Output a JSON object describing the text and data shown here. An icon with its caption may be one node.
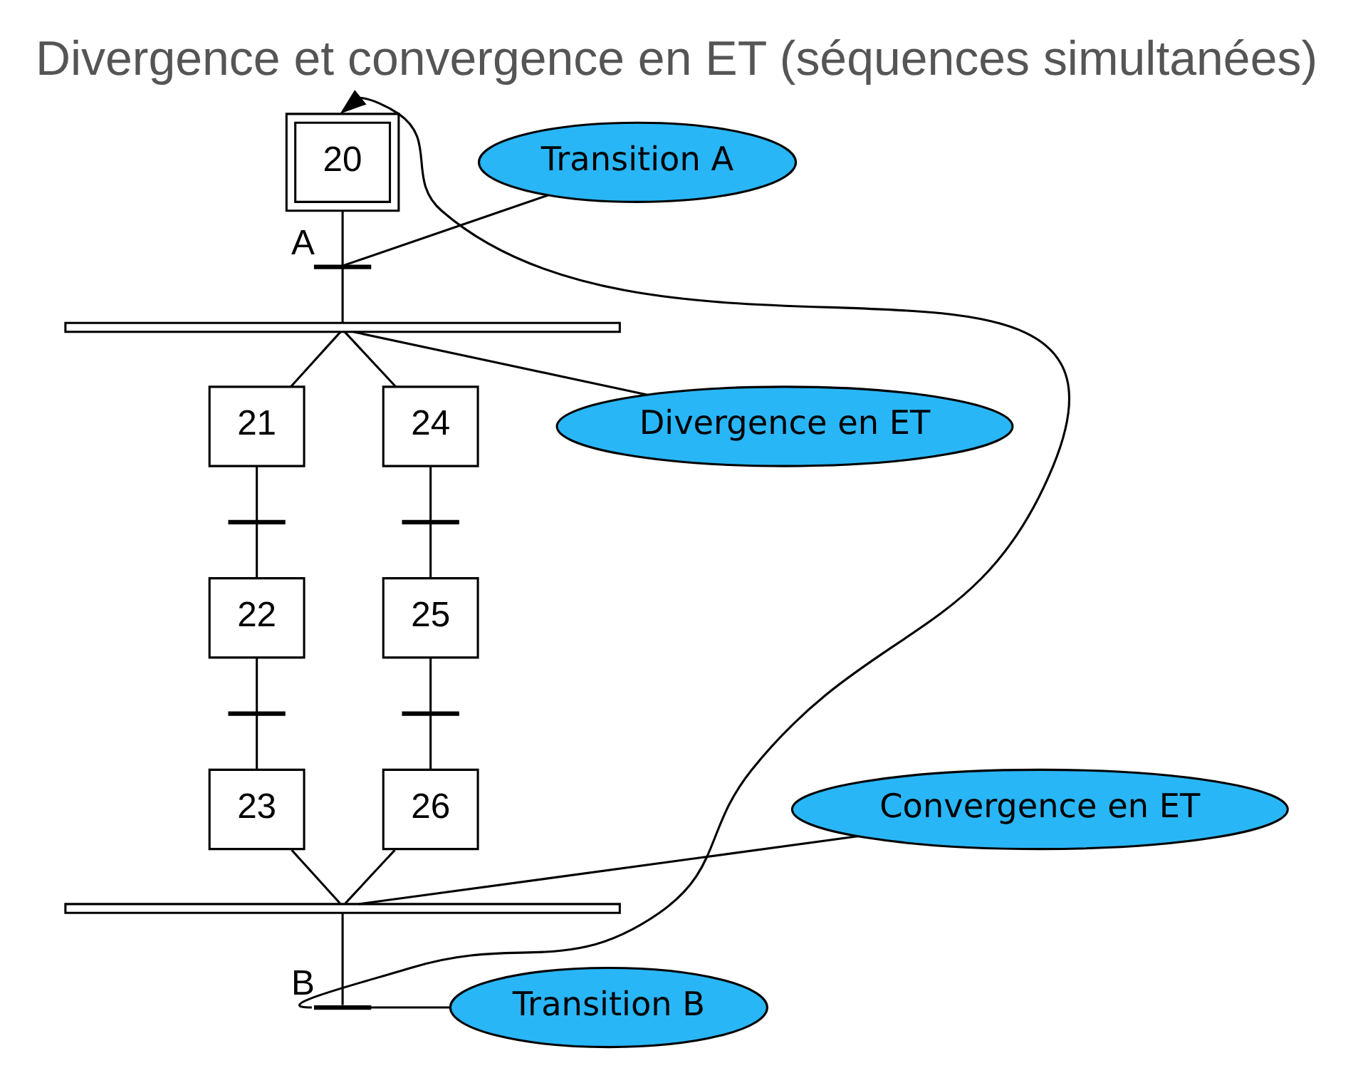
{
  "diagram": {
    "title": "Divergence et convergence en ET (séquences simultanées)",
    "nodes": [
      {
        "text": [
          "20"
        ]
      },
      {
        "text": [],
        "shape": "bar",
        "beside": [
          "A"
        ]
      },
      {
        "text": [],
        "shape": "bar"
      },
      {
        "text": [
          "21"
        ]
      },
      {
        "text": [],
        "shape": "bar"
      },
      {
        "text": [
          "22"
        ]
      },
      {
        "text": [],
        "shape": "bar"
      },
      {
        "text": [
          "23"
        ]
      },
      {
        "text": [
          "24"
        ]
      },
      {
        "text": [],
        "shape": "bar"
      },
      {
        "text": [
          "25"
        ]
      },
      {
        "text": [],
        "shape": "bar"
      },
      {
        "text": [
          "26"
        ]
      },
      {
        "text": [],
        "shape": "bar"
      },
      {
        "text": [],
        "shape": "bar",
        "beside": [
          "B"
        ]
      },
      {
        "text": [
          "Transition A"
        ]
      },
      {
        "text": [
          "Divergence en ET"
        ]
      },
      {
        "text": [
          "Convergence en ET"
        ]
      },
      {
        "text": [
          "Transition B"
        ]
      }
    ],
    "edges": [
      {
        "from": 0,
        "to": 1,
        "arrow": "none"
      },
      {
        "from": 1,
        "to": 2,
        "arrow": "none"
      },
      {
        "from": 2,
        "to": 3,
        "arrow": "none"
      },
      {
        "from": 3,
        "to": 4,
        "arrow": "none"
      },
      {
        "from": 4,
        "to": 5,
        "arrow": "none"
      },
      {
        "from": 5,
        "to": 6,
        "arrow": "none"
      },
      {
        "from": 6,
        "to": 7,
        "arrow": "none"
      },
      {
        "from": 2,
        "to": 8,
        "arrow": "none"
      },
      {
        "from": 8,
        "to": 9,
        "arrow": "none"
      },
      {
        "from": 9,
        "to": 10,
        "arrow": "none"
      },
      {
        "from": 10,
        "to": 11,
        "arrow": "none"
      },
      {
        "from": 11,
        "to": 12,
        "arrow": "none"
      },
      {
        "from": 7,
        "to": 13,
        "arrow": "none"
      },
      {
        "from": 12,
        "to": 13,
        "arrow": "none"
      },
      {
        "from": 13,
        "to": 14,
        "arrow": "none"
      },
      {
        "from": 14,
        "to": 0,
        "arrow": "to"
      },
      {
        "from": 15,
        "to": 1,
        "arrow": "none"
      },
      {
        "from": 16,
        "to": 2,
        "arrow": "none"
      },
      {
        "from": 17,
        "to": 13,
        "arrow": "none"
      },
      {
        "from": 18,
        "to": 14,
        "arrow": "none"
      }
    ]
  }
}
